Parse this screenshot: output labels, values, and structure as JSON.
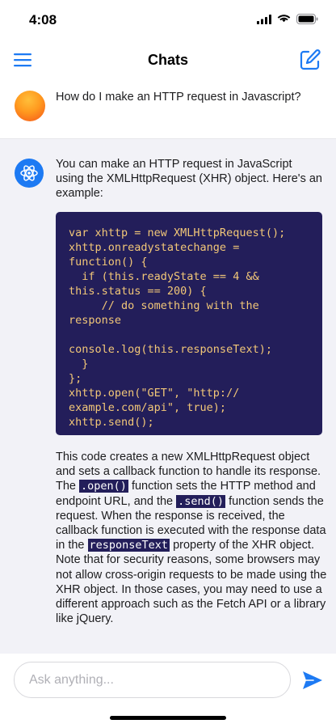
{
  "status_bar": {
    "time": "4:08"
  },
  "nav": {
    "title": "Chats"
  },
  "user_message": {
    "text": "How do I make an HTTP request in Javascript?"
  },
  "assistant_message": {
    "intro": "You can make an HTTP request in JavaScript using the XMLHttpRequest (XHR) object. Here's an example:",
    "code": "var xhttp = new XMLHttpRequest();\nxhttp.onreadystatechange =\nfunction() {\n  if (this.readyState == 4 &&\nthis.status == 200) {\n     // do something with the\nresponse\n\nconsole.log(this.responseText);\n  }\n};\nxhttp.open(\"GET\", \"http://\nexample.com/api\", true);\nxhttp.send();",
    "body": {
      "part1": "This code creates a new XMLHttpRequest object and sets a callback function to handle its response. The ",
      "code1": ".open()",
      "part2": " function sets the HTTP method and endpoint URL, and the ",
      "code2": ".send()",
      "part3": " function sends the request. When the response is received, the callback function is executed with the response data in the ",
      "code3": "responseText",
      "part4": " property of the XHR object. Note that for security reasons, some browsers may not allow cross-origin requests to be made using the XHR object. In those cases, you may need to use a different approach such as the Fetch API or a library like jQuery."
    }
  },
  "input": {
    "placeholder": "Ask anything..."
  },
  "icons": {
    "menu": "hamburger-menu-icon",
    "compose": "compose-icon",
    "assistant": "atom-icon",
    "send": "paper-plane-icon",
    "signal": "cellular-signal-icon",
    "wifi": "wifi-icon",
    "battery": "battery-icon"
  },
  "colors": {
    "accent": "#1d7af3",
    "code_background": "#231e5a",
    "code_text": "#f2c778",
    "assistant_background": "#f2f2f7"
  }
}
